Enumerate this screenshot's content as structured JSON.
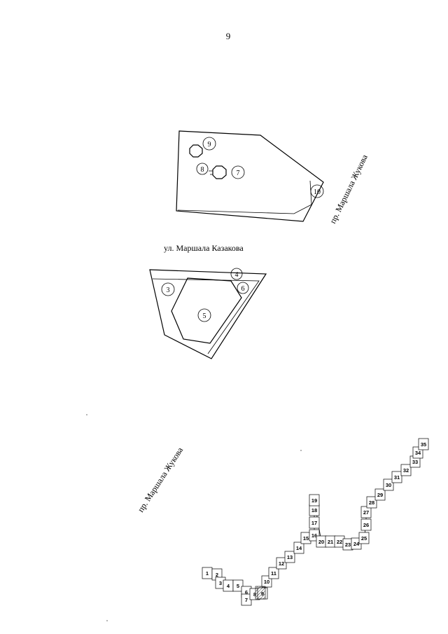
{
  "page_number": "9",
  "streets": {
    "zhukova_top": "пр. Маршала Жукова",
    "kazakova": "ул. Маршала Казакова",
    "zhukova_bottom": "пр. Маршала Жукова"
  },
  "plot_upper": {
    "markers": [
      {
        "label": "9"
      },
      {
        "label": "8"
      },
      {
        "label": "7"
      },
      {
        "label": "10"
      }
    ]
  },
  "plot_lower": {
    "markers": [
      {
        "label": "4"
      },
      {
        "label": "3"
      },
      {
        "label": "6"
      },
      {
        "label": "5"
      }
    ]
  },
  "chain_segments": [
    {
      "label": "1"
    },
    {
      "label": "2"
    },
    {
      "label": "3"
    },
    {
      "label": "4"
    },
    {
      "label": "5"
    },
    {
      "label": "6"
    },
    {
      "label": "7"
    },
    {
      "label": "8"
    },
    {
      "label": "9"
    },
    {
      "label": "10"
    },
    {
      "label": "11"
    },
    {
      "label": "12"
    },
    {
      "label": "13"
    },
    {
      "label": "14"
    },
    {
      "label": "15"
    },
    {
      "label": "16"
    },
    {
      "label": "17"
    },
    {
      "label": "18"
    },
    {
      "label": "19"
    },
    {
      "label": "20"
    },
    {
      "label": "21"
    },
    {
      "label": "22"
    },
    {
      "label": "23"
    },
    {
      "label": "24"
    },
    {
      "label": "25"
    },
    {
      "label": "26"
    },
    {
      "label": "27"
    },
    {
      "label": "28"
    },
    {
      "label": "29"
    },
    {
      "label": "30"
    },
    {
      "label": "31"
    },
    {
      "label": "32"
    },
    {
      "label": "33"
    },
    {
      "label": "34"
    },
    {
      "label": "35"
    }
  ]
}
